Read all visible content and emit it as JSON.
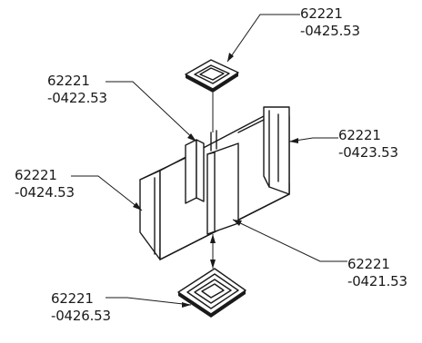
{
  "parts": [
    {
      "id": "part-0425",
      "line1": "62221",
      "line2": "-0425.53"
    },
    {
      "id": "part-0422",
      "line1": "62221",
      "line2": "-0422.53"
    },
    {
      "id": "part-0423",
      "line1": "62221",
      "line2": "-0423.53"
    },
    {
      "id": "part-0424",
      "line1": "62221",
      "line2": "-0424.53"
    },
    {
      "id": "part-0421",
      "line1": "62221",
      "line2": "-0421.53"
    },
    {
      "id": "part-0426",
      "line1": "62221",
      "line2": "-0426.53"
    }
  ]
}
